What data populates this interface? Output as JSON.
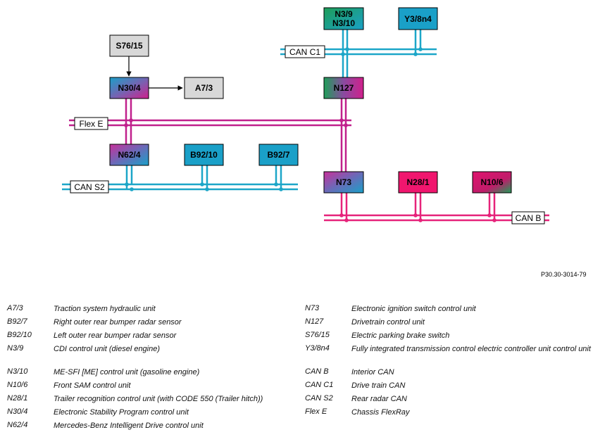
{
  "diagram": {
    "nodes": {
      "S76_15": "S76/15",
      "N30_4": "N30/4",
      "A7_3": "A7/3",
      "N62_4": "N62/4",
      "B92_10": "B92/10",
      "B92_7": "B92/7",
      "N3_9": "N3/9",
      "N3_10": "N3/10",
      "Y3_8n4": "Y3/8n4",
      "N127": "N127",
      "N73": "N73",
      "N28_1": "N28/1",
      "N10_6": "N10/6"
    },
    "buses": {
      "flex_e": "Flex E",
      "can_s2": "CAN S2",
      "can_c1": "CAN C1",
      "can_b": "CAN B"
    },
    "colors": {
      "can_c1": "#1ca6c8",
      "can_s2": "#1ca6c8",
      "flex_e": "#c0208c",
      "can_b": "#e6237a",
      "gray_node": "#d8d8d8",
      "blue_node": "#1aa0c8",
      "pink_node": "#f0166e",
      "green_node": "#1e9e58",
      "magenta_node": "#c8309a"
    }
  },
  "reference": "P30.30-3014-79",
  "legend_left": [
    {
      "code": "A7/3",
      "desc": "Traction system hydraulic unit"
    },
    {
      "code": "B92/7",
      "desc": "Right outer rear bumper radar sensor"
    },
    {
      "code": "B92/10",
      "desc": "Left outer rear bumper radar sensor"
    },
    {
      "code": "N3/9",
      "desc": "CDI control unit (diesel engine)"
    },
    {
      "code": "N3/10",
      "desc": "ME-SFI [ME] control unit (gasoline engine)"
    },
    {
      "code": "N10/6",
      "desc": "Front SAM control unit"
    },
    {
      "code": "N28/1",
      "desc": "Trailer recognition control unit (with CODE 550 (Trailer hitch))"
    },
    {
      "code": "N30/4",
      "desc": "Electronic Stability Program control unit"
    },
    {
      "code": "N62/4",
      "desc": "Mercedes-Benz Intelligent Drive control unit"
    }
  ],
  "legend_right": [
    {
      "code": "N73",
      "desc": "Electronic ignition switch control unit"
    },
    {
      "code": "N127",
      "desc": "Drivetrain control unit"
    },
    {
      "code": "S76/15",
      "desc": "Electric parking brake switch"
    },
    {
      "code": "Y3/8n4",
      "desc": "Fully integrated transmission control electric controller unit control unit"
    },
    {
      "code": "CAN B",
      "desc": "Interior CAN"
    },
    {
      "code": "CAN C1",
      "desc": "Drive train CAN"
    },
    {
      "code": "CAN S2",
      "desc": "Rear radar CAN"
    },
    {
      "code": "Flex E",
      "desc": "Chassis FlexRay"
    }
  ]
}
